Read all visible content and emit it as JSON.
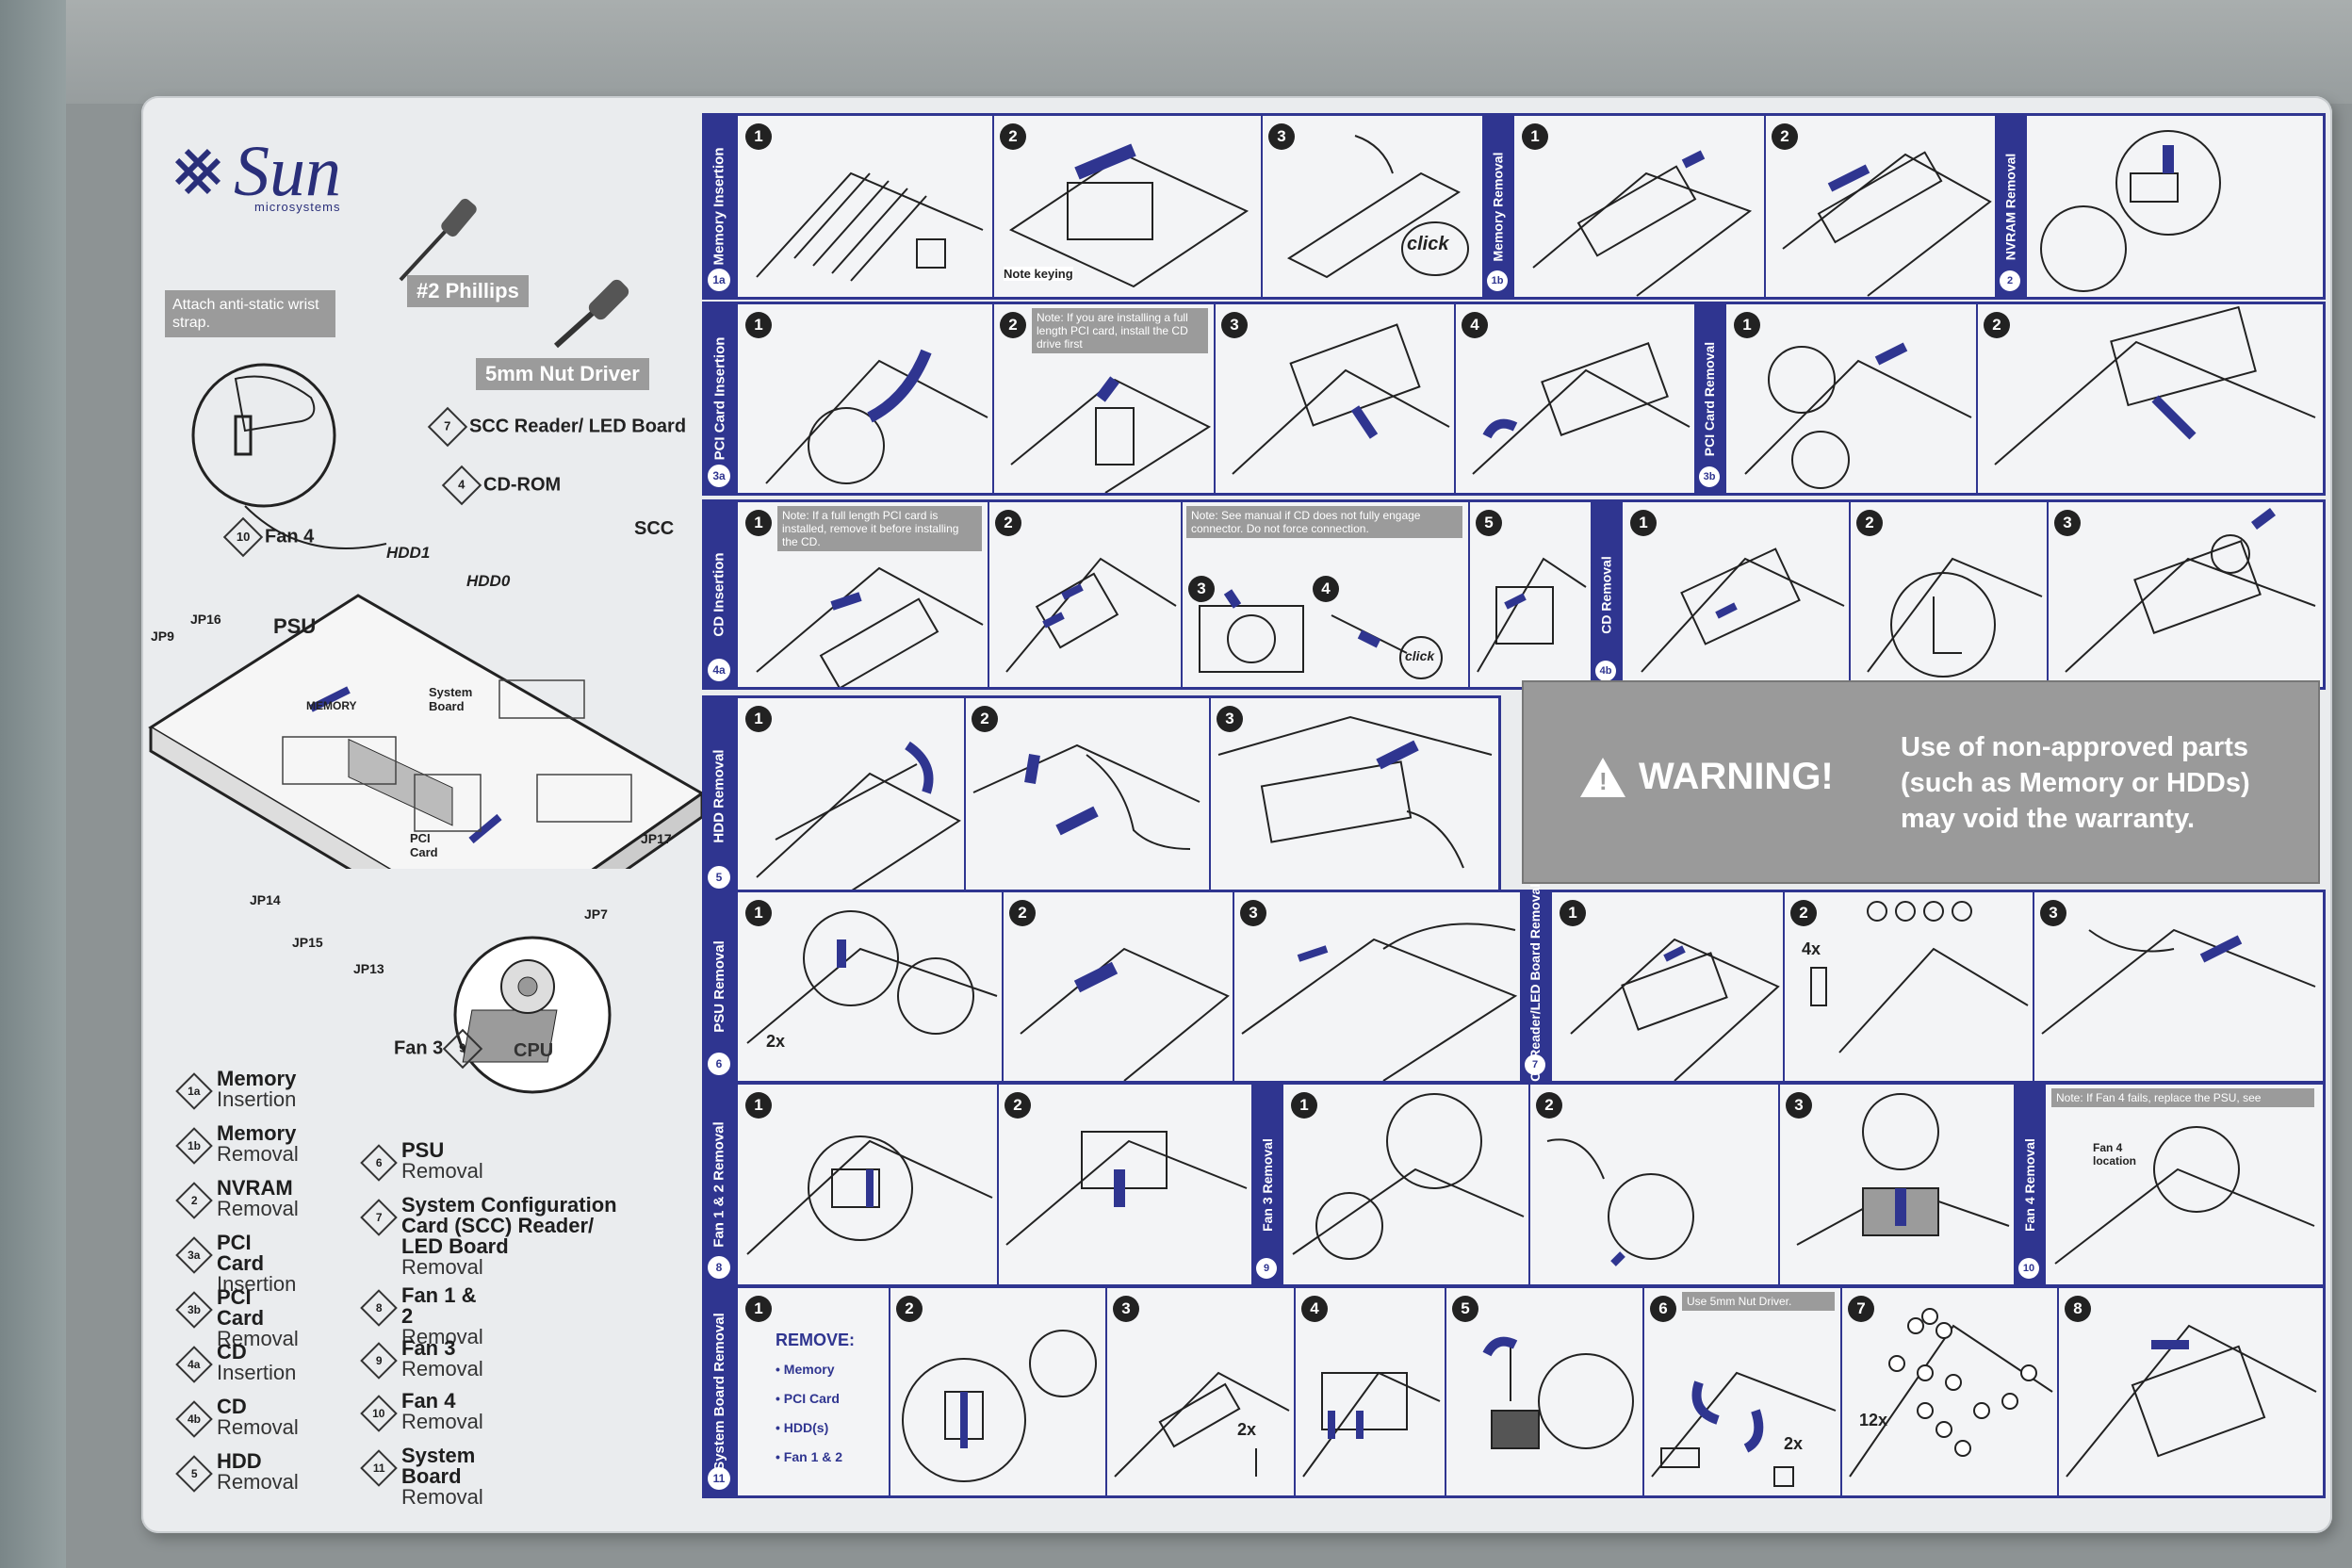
{
  "brand": {
    "name": "Sun",
    "sub": "microsystems",
    "color": "#2a2f7a"
  },
  "accent_color": "#2f3590",
  "tools": {
    "phillips": "#2 Phillips",
    "nut_driver": "5mm Nut Driver"
  },
  "antistatic_note": "Attach anti-static wrist strap.",
  "callouts": {
    "scc": "SCC Reader/ LED Board",
    "scc_num": "7",
    "cdrom": "CD-ROM",
    "cdrom_num": "4",
    "scc_short": "SCC",
    "fan4": "Fan 4",
    "fan4_num": "10",
    "fan3": "Fan 3",
    "fan3_num": "9",
    "hdd1": "HDD1",
    "hdd0": "HDD0",
    "psu": "PSU",
    "memory": "MEMORY",
    "system_board": "System Board",
    "pci_card": "PCI Card",
    "cpu": "CPU"
  },
  "jumpers": [
    "JP9",
    "JP16",
    "JP17",
    "JP14",
    "JP7",
    "JP15",
    "JP13"
  ],
  "legend": [
    {
      "id": "1a",
      "title": "Memory",
      "sub": "Insertion"
    },
    {
      "id": "1b",
      "title": "Memory",
      "sub": "Removal"
    },
    {
      "id": "2",
      "title": "NVRAM",
      "sub": "Removal"
    },
    {
      "id": "3a",
      "title": "PCI Card",
      "sub": "Insertion"
    },
    {
      "id": "3b",
      "title": "PCI Card",
      "sub": "Removal"
    },
    {
      "id": "4a",
      "title": "CD",
      "sub": "Insertion"
    },
    {
      "id": "4b",
      "title": "CD",
      "sub": "Removal"
    },
    {
      "id": "5",
      "title": "HDD",
      "sub": "Removal"
    },
    {
      "id": "6",
      "title": "PSU",
      "sub": "Removal"
    },
    {
      "id": "7",
      "title": "System Configuration Card (SCC) Reader/ LED Board",
      "sub": "Removal"
    },
    {
      "id": "8",
      "title": "Fan 1 & 2",
      "sub": "Removal"
    },
    {
      "id": "9",
      "title": "Fan 3",
      "sub": "Removal"
    },
    {
      "id": "10",
      "title": "Fan 4",
      "sub": "Removal"
    },
    {
      "id": "11",
      "title": "System Board",
      "sub": "Removal"
    }
  ],
  "rows": {
    "r1": {
      "tab": "Memory Insertion",
      "id": "1a",
      "tab2": "Memory Removal",
      "id2": "1b",
      "tab3": "NVRAM Removal",
      "id3": "2",
      "note_keying": "Note keying",
      "click": "click"
    },
    "r2": {
      "tab": "PCI Card Insertion",
      "id": "3a",
      "tab2": "PCI Card Removal",
      "id2": "3b",
      "note": "Note: If you are installing a full length PCI card, install the CD drive first"
    },
    "r3": {
      "tab": "CD Insertion",
      "id": "4a",
      "tab2": "CD Removal",
      "id2": "4b",
      "note1": "Note: If a full length PCI card is installed, remove it before installing the CD.",
      "note2": "Note: See manual if CD does not fully engage connector. Do not force connection.",
      "click": "click"
    },
    "r4": {
      "tab": "HDD Removal",
      "id": "5"
    },
    "r5": {
      "tab": "PSU Removal",
      "id": "6",
      "tab2": "SCC Reader/LED Board Removal",
      "id2": "7",
      "qty1": "2x",
      "qty2": "4x"
    },
    "r6": {
      "tab": "Fan 1 & 2 Removal",
      "id": "8",
      "tab2": "Fan 3 Removal",
      "id2": "9",
      "tab3": "Fan 4 Removal",
      "id3": "10",
      "note": "Note: If Fan 4 fails, replace the PSU, see",
      "fan4_loc": "Fan 4 location"
    },
    "r7": {
      "tab": "System Board Removal",
      "id": "11",
      "remove_title": "REMOVE:",
      "remove_items": [
        "• Memory",
        "• PCI Card",
        "• HDD(s)",
        "• Fan 1 & 2"
      ],
      "qty_2x": "2x",
      "qty_12x": "12x",
      "nut_note": "Use 5mm Nut Driver."
    }
  },
  "warning": {
    "title": "WARNING!",
    "text": "Use of non-approved parts (such as Memory or HDDs) may void the warranty."
  }
}
